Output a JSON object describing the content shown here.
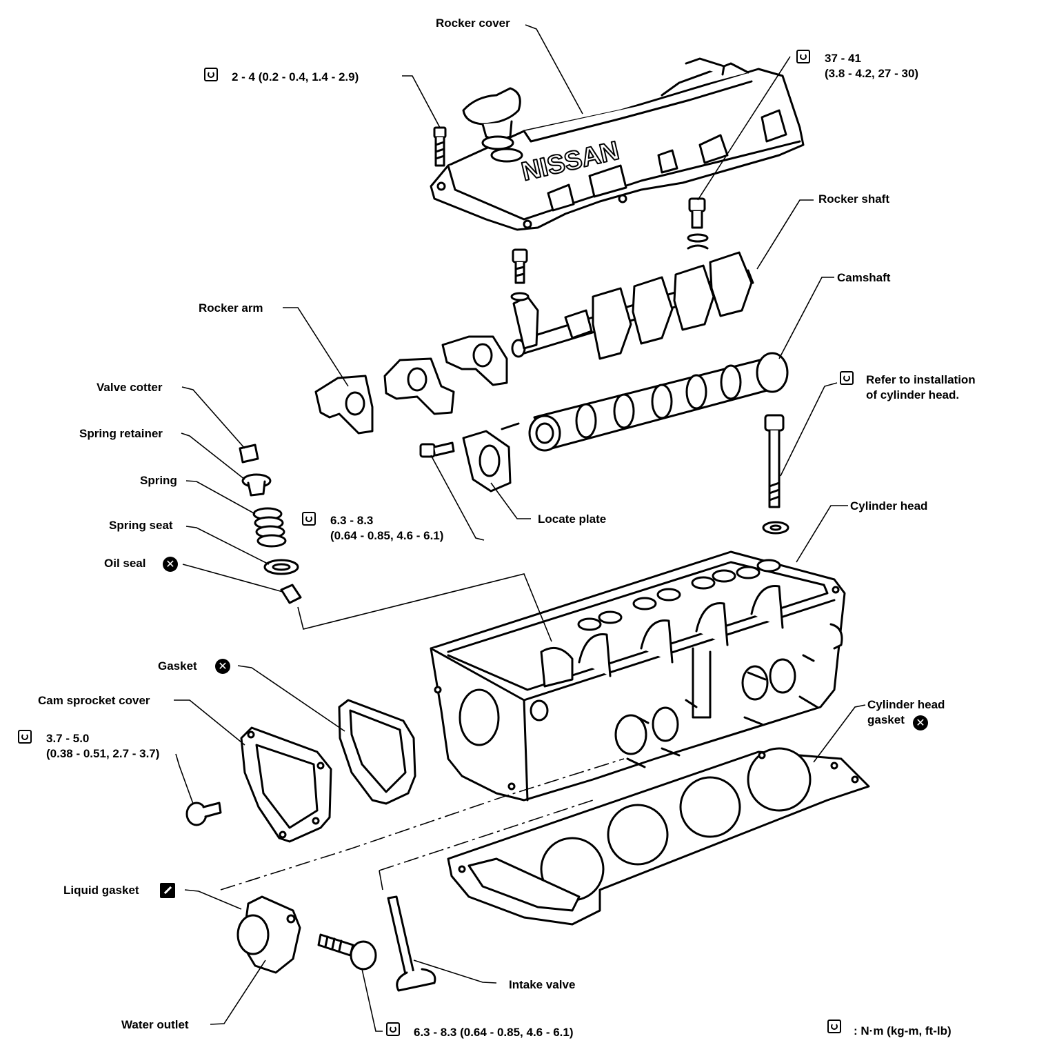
{
  "labels": {
    "rocker_cover": "Rocker cover",
    "rocker_shaft": "Rocker shaft",
    "camshaft": "Camshaft",
    "rocker_arm": "Rocker arm",
    "valve_cotter": "Valve cotter",
    "spring_retainer": "Spring retainer",
    "spring": "Spring",
    "spring_seat": "Spring seat",
    "oil_seal": "Oil seal",
    "locate_plate": "Locate plate",
    "cylinder_head": "Cylinder head",
    "gasket": "Gasket",
    "cam_sprocket_cover": "Cam sprocket cover",
    "cylinder_head_gasket_line1": "Cylinder head",
    "cylinder_head_gasket_line2": "gasket",
    "liquid_gasket": "Liquid gasket",
    "intake_valve": "Intake valve",
    "water_outlet": "Water outlet",
    "refer_line1": "Refer to installation",
    "refer_line2": "of cylinder head."
  },
  "torques": {
    "rocker_cover_bolt": "2 - 4 (0.2 - 0.4, 1.4 - 2.9)",
    "rocker_shaft_bolt_line1": "37 - 41",
    "rocker_shaft_bolt_line2": "(3.8 - 4.2, 27 - 30)",
    "locate_plate_bolt_line1": "6.3 - 8.3",
    "locate_plate_bolt_line2": "(0.64 - 0.85, 4.6 - 6.1)",
    "sprocket_cover_bolt_line1": "3.7 - 5.0",
    "sprocket_cover_bolt_line2": "(0.38 - 0.51, 2.7 - 3.7)",
    "water_outlet_bolt": "6.3 - 8.3 (0.64 - 0.85, 4.6 - 6.1)"
  },
  "legend": {
    "units": ": N·m (kg-m, ft-lb)"
  },
  "symbols": {
    "torque_icon": "torque-wrench-icon",
    "replace_icon": "x-circle-icon",
    "liquid_gasket_icon": "liquid-gasket-icon",
    "replace_glyph": "✕"
  },
  "part_marking": {
    "rocker_cover_brand": "NISSAN"
  }
}
